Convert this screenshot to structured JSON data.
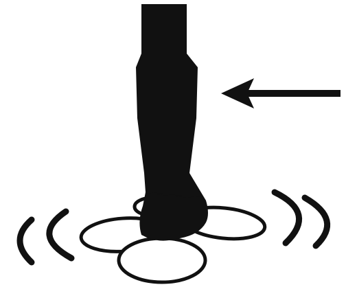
{
  "figure": {
    "ink_color": "#111111",
    "background_color": "#ffffff",
    "elements": {
      "handle": "vertical-handle-shaft",
      "direction_arrow": "left-pointing-arrow",
      "rotor_blades": "three-lobed-blade-base",
      "motion_marks_left": "double-curved-motion-lines",
      "motion_marks_right": "double-curved-motion-lines"
    }
  }
}
